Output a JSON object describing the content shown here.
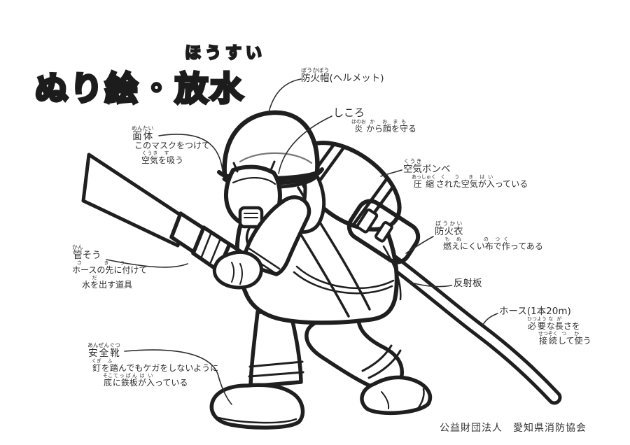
{
  "page": {
    "type": "coloring-page-diagram",
    "ink_color": "#1f1f1f",
    "background_color": "#ffffff"
  },
  "title": {
    "main": "ぬり絵・放水",
    "ruby": "ほうすい"
  },
  "annotations": {
    "helmet": {
      "line1": "防火帽[ぼうかぼう](ヘルメット)"
    },
    "shikoro": {
      "line1": "しころ",
      "line2": "炎[ほのお]から顔[かお]を守[まも]る"
    },
    "mask": {
      "line1": "面体[めんたい]",
      "line2": "このマスクをつけて",
      "line3": "空気[くうき]を吸[す]う"
    },
    "air_tank": {
      "line1": "空気[くうき]ボンベ",
      "line2": "圧縮[あっしゅく]された空気[くうき]が入[はい]っている"
    },
    "fire_coat": {
      "line1": "防火衣[ぼうかい]",
      "line2": "燃[も]えにくい布[ぬの]で作[つく]ってある"
    },
    "reflector": {
      "line1": "反射板"
    },
    "nozzle": {
      "line1": "管[かん]そう",
      "line2": "ホースの先[さき]に付[つ]けて",
      "line3": "水を出[だ]す道具"
    },
    "hose": {
      "line1": "ホース(1本20m)",
      "line2": "必要[ひつよう]な長[なが]さを",
      "line3": "接続[せつぞく]して使[つか]う"
    },
    "boots": {
      "line1": "安全靴[あんぜんぐつ]",
      "line2": "釘[くぎ]を踏[ふ]んでもケガをしないように",
      "line3": "底[そこ]に鉄板[てっぱん]が入[はい]っている"
    }
  },
  "credit": "公益財団法人　愛知県消防協会"
}
